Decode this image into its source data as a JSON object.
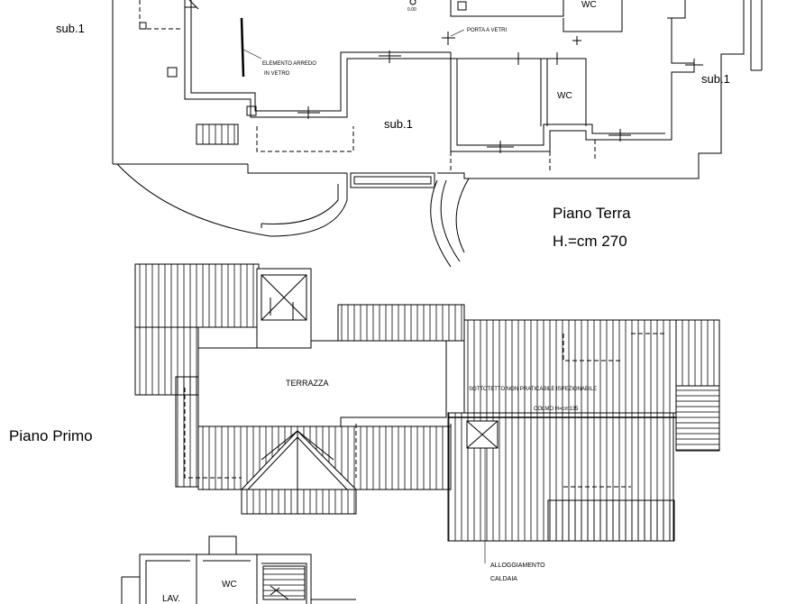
{
  "floors": {
    "ground": {
      "title": "Piano Terra",
      "height_note": "H.=cm 270"
    },
    "first": {
      "title": "Piano Primo"
    }
  },
  "labels": {
    "sub1_a": "sub.1",
    "sub1_b": "sub.1",
    "sub1_c": "sub.1",
    "wc_top": "WC",
    "wc_mid": "WC",
    "wc_bottom": "WC",
    "lav": "LAV.",
    "terrazza": "TERRAZZA",
    "elevation": "0.00",
    "porta": "PORTA A VETRI",
    "arredo_1": "ELEMENTO ARREDO",
    "arredo_2": "IN VETRO",
    "sottotetto": "SOTTOTETTO NON PRATICABILE ISPEZIONABILE",
    "colmo": "COLMO H=cm135",
    "alloggiamento": "ALLOGGIAMENTO",
    "caldaia": "CALDAIA"
  }
}
